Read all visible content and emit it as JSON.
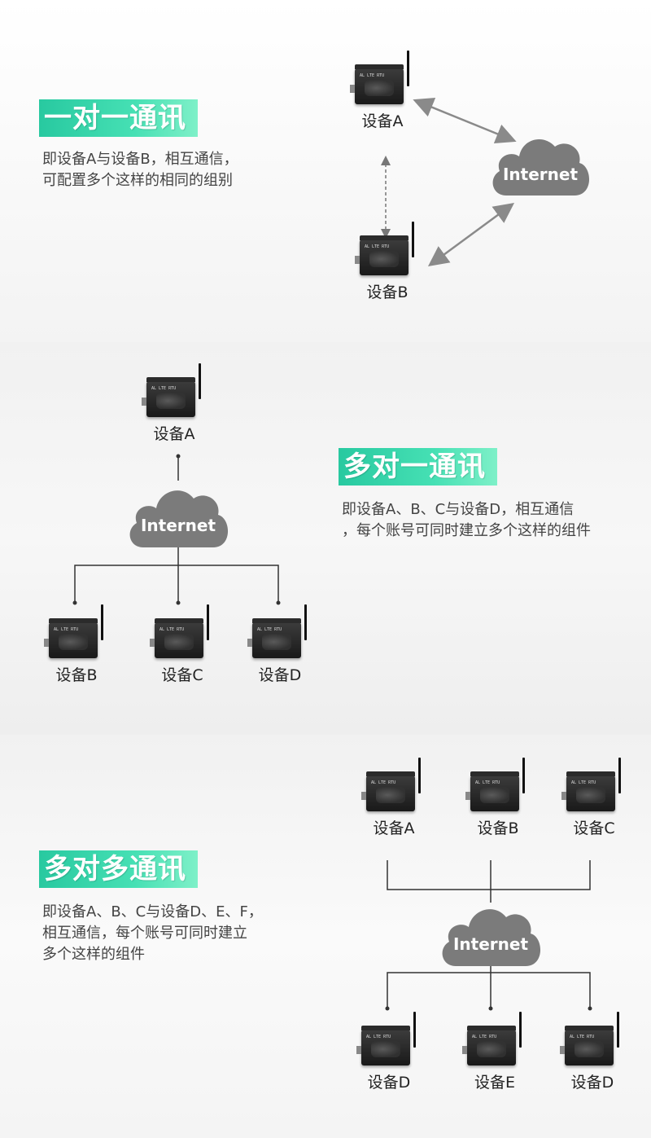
{
  "sections": [
    {
      "title": "一对一通讯",
      "desc": [
        "即设备A与设备B，相互通信，",
        "可配置多个这样的相同的组别"
      ],
      "devices": [
        "设备A",
        "设备B"
      ],
      "cloud": "Internet"
    },
    {
      "title": "多对一通讯",
      "desc": [
        "即设备A、B、C与设备D，相互通信",
        "，每个账号可同时建立多个这样的组件"
      ],
      "devices": [
        "设备A",
        "设备B",
        "设备C",
        "设备D"
      ],
      "cloud": "Internet"
    },
    {
      "title": "多对多通讯",
      "desc": [
        "即设备A、B、C与设备D、E、F，",
        "相互通信，每个账号可同时建立",
        "多个这样的组件"
      ],
      "devices": [
        "设备A",
        "设备B",
        "设备C",
        "设备D",
        "设备E",
        "设备D"
      ],
      "cloud": "Internet"
    }
  ],
  "device_label_text": "AL LTE RTU",
  "colors": {
    "badge_start": "#28c9a0",
    "badge_end": "#7ef0c8",
    "cloud": "#7b7b7b",
    "line": "#333333",
    "arrow": "#8a8a8a"
  }
}
